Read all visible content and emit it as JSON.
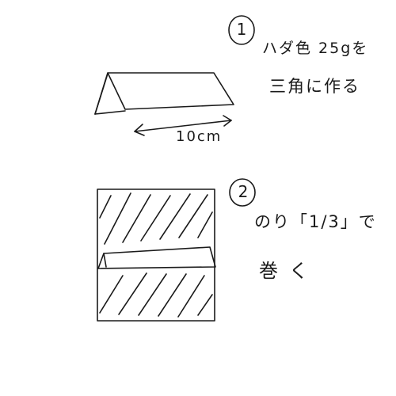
{
  "steps": [
    {
      "number": "1",
      "line1": "ハダ色 25gを",
      "line2": "三角に作る",
      "dimension_label": "10cm"
    },
    {
      "number": "2",
      "line1": "のり「1/3」で",
      "line2": "巻く"
    }
  ],
  "colors": {
    "ink": "#1a1a1a",
    "background": "#ffffff"
  }
}
